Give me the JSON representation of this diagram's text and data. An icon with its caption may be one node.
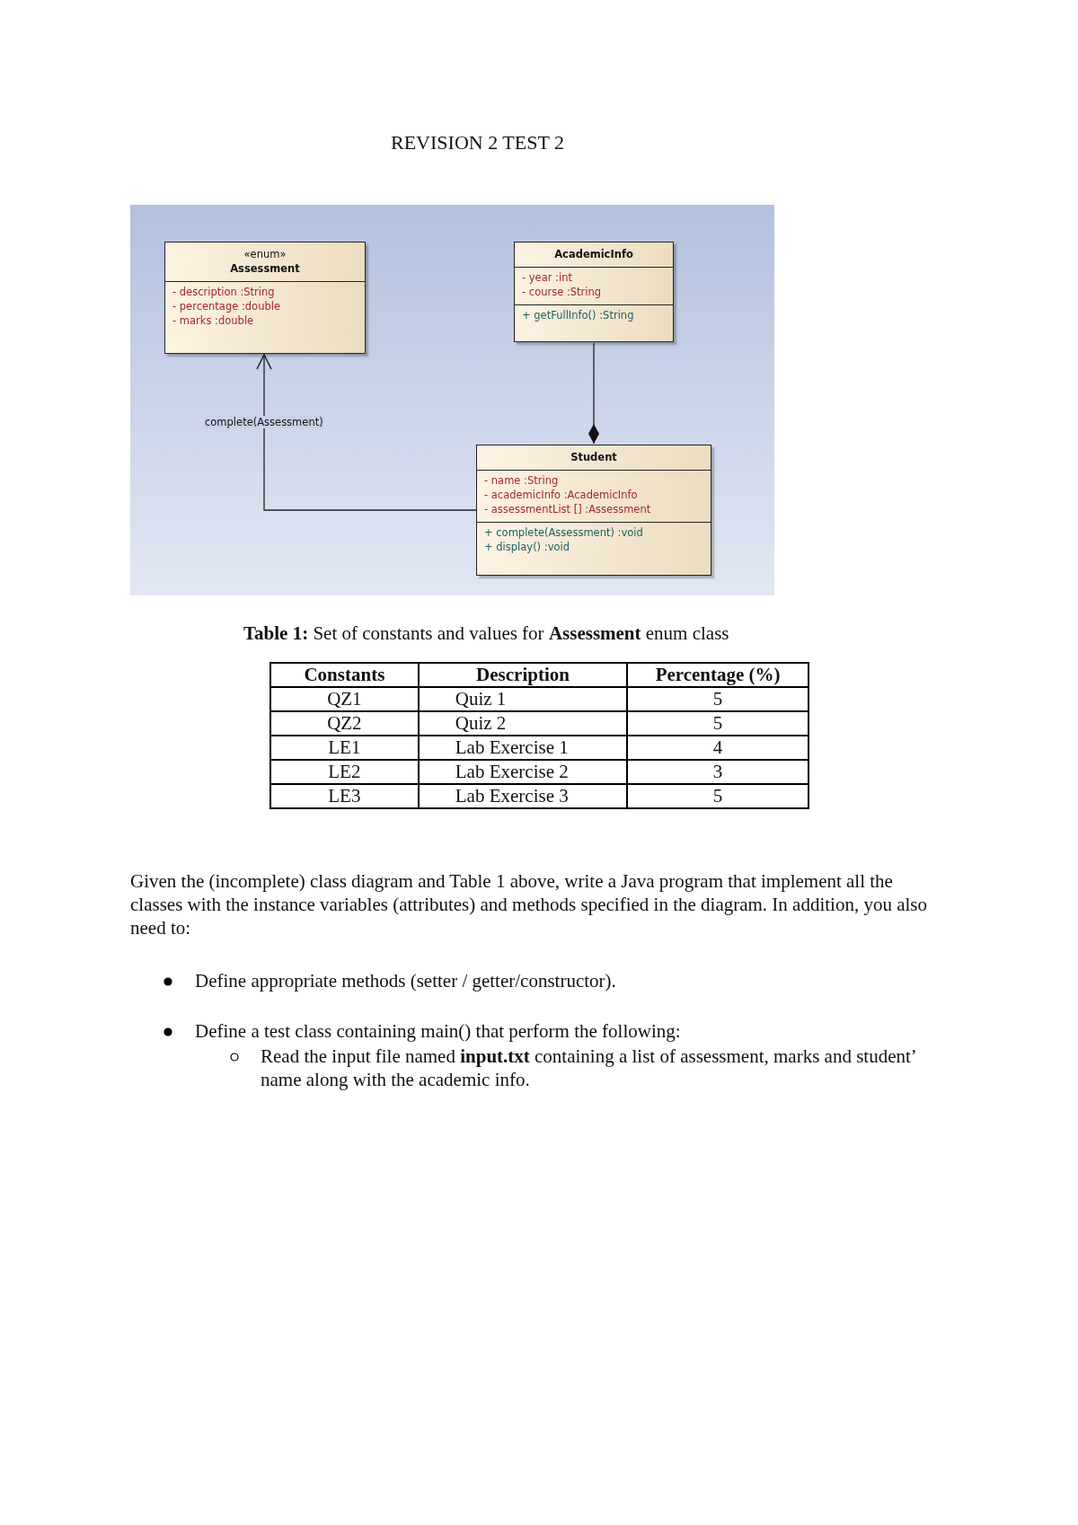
{
  "diagram": {
    "title": "REVISION 2 TEST 2",
    "nodes": [
      {
        "text": [
          "«enum»",
          "Assessment",
          "- description :String",
          "- percentage :double",
          "- marks :double"
        ]
      },
      {
        "text": [
          "AcademicInfo",
          "- year :int",
          "- course :String",
          "+ getFullInfo() :String"
        ]
      },
      {
        "text": [
          "Student",
          "- name :String",
          "- academicInfo :AcademicInfo",
          "- assessmentList [] :Assessment",
          "+ complete(Assessment) :void",
          "+ display() :void"
        ]
      }
    ],
    "edges": [
      {
        "from": 2,
        "to": 0,
        "arrow": "to",
        "label": "complete(Assessment)"
      },
      {
        "from": 1,
        "to": 2,
        "arrow": "other"
      }
    ],
    "labels": [
      "**Table 1:** Set of constants and values for **Assessment** enum class",
      "Constants",
      "Description",
      "Percentage (%)",
      "QZ1",
      "Quiz 1",
      "5",
      "QZ2",
      "Quiz 2",
      "5",
      "LE1",
      "Lab Exercise 1",
      "4",
      "LE2",
      "Lab Exercise 2",
      "3",
      "LE3",
      "Lab Exercise 3",
      "5",
      "Given the (incomplete) class diagram and Table 1 above, write a Java program that implement all the classes with the instance variables (attributes) and methods specified in the diagram. In addition, you also need to:",
      "Define appropriate methods (setter / getter/constructor).",
      "Define a test class containing main() that perform the following:",
      "Read the input file named **input.txt** containing a list of assessment, marks and student’ name along with the academic info."
    ]
  }
}
